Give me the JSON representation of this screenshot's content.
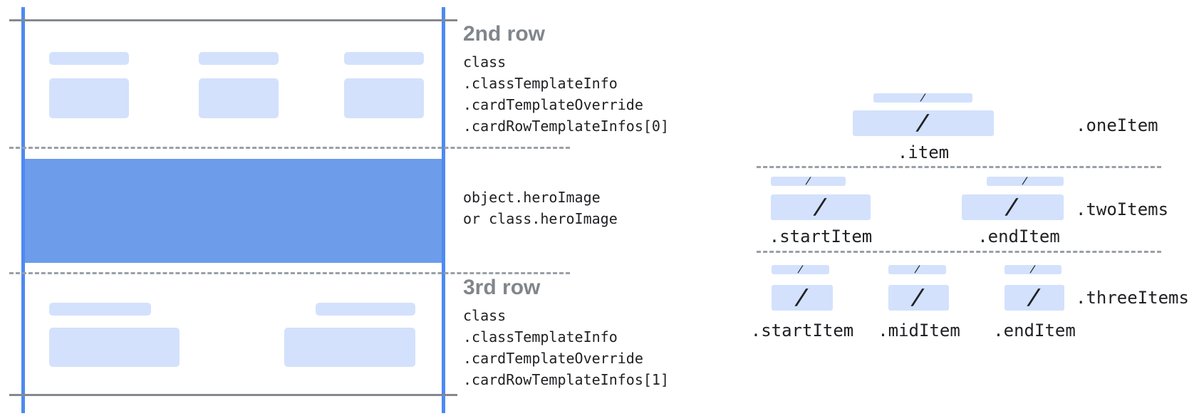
{
  "colors": {
    "bar_light": "#d3e1fc",
    "hero_blue": "#6c9cea",
    "line_blue": "#4d8af2",
    "line_gray": "#85898d",
    "dash_gray": "#9aa0a6",
    "heading_gray": "#80868b",
    "text_dark": "#202124"
  },
  "slash": "/",
  "left_annotations": {
    "row2": {
      "heading": "2nd row",
      "lines": [
        "class",
        ".classTemplateInfo",
        ".cardTemplateOverride",
        ".cardRowTemplateInfos[0]"
      ]
    },
    "hero": {
      "lines": [
        "object.heroImage",
        "or class.heroImage"
      ]
    },
    "row3": {
      "heading": "3rd row",
      "lines": [
        "class",
        ".classTemplateInfo",
        ".cardTemplateOverride",
        ".cardRowTemplateInfos[1]"
      ]
    }
  },
  "item_layouts": [
    {
      "name": ".oneItem",
      "items": [
        {
          "label": ".item"
        }
      ]
    },
    {
      "name": ".twoItems",
      "items": [
        {
          "label": ".startItem"
        },
        {
          "label": ".endItem"
        }
      ]
    },
    {
      "name": ".threeItems",
      "items": [
        {
          "label": ".startItem"
        },
        {
          "label": ".midItem"
        },
        {
          "label": ".endItem"
        }
      ]
    }
  ]
}
